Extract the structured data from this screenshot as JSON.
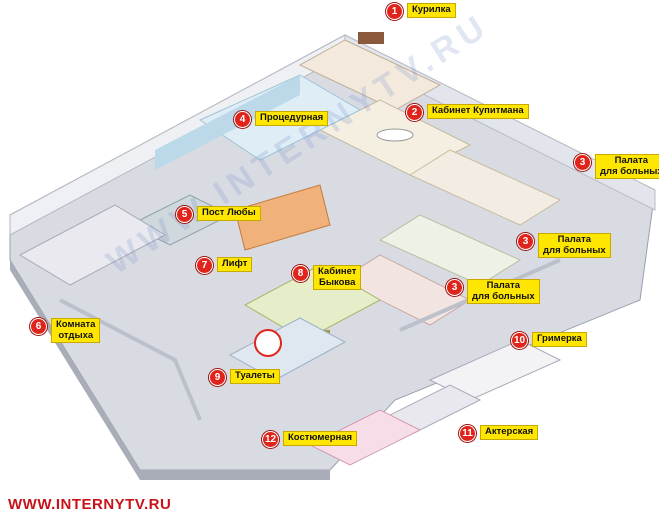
{
  "rooms": [
    {
      "id": "kurilka",
      "number": "1",
      "label": "Курилка"
    },
    {
      "id": "kabinet-kupitmana",
      "number": "2",
      "label": "Кабинет Купитмана"
    },
    {
      "id": "palata-1",
      "number": "3",
      "label": "Палата\nдля больных"
    },
    {
      "id": "palata-2",
      "number": "3",
      "label": "Палата\nдля больных"
    },
    {
      "id": "palata-3",
      "number": "3",
      "label": "Палата\nдля больных"
    },
    {
      "id": "procedurnaya",
      "number": "4",
      "label": "Процедурная"
    },
    {
      "id": "post-lyuby",
      "number": "5",
      "label": "Пост Любы"
    },
    {
      "id": "komnata-otdyha",
      "number": "6",
      "label": "Комната\nотдыха"
    },
    {
      "id": "lift",
      "number": "7",
      "label": "Лифт"
    },
    {
      "id": "kabinet-bykova",
      "number": "8",
      "label": "Кабинет\nБыкова"
    },
    {
      "id": "tualety",
      "number": "9",
      "label": "Туалеты"
    },
    {
      "id": "grimerka",
      "number": "10",
      "label": "Гримерка"
    },
    {
      "id": "akterskaya",
      "number": "11",
      "label": "Актерская"
    },
    {
      "id": "kostyumernaya",
      "number": "12",
      "label": "Костюмерная"
    }
  ],
  "footer": {
    "site": "WWW.INTERNYTV.RU"
  },
  "watermark": "WWW.INTERNYTV.RU",
  "colors": {
    "marker": "#e0241b",
    "tag": "#ffe600",
    "footer_text": "#c8131b"
  }
}
